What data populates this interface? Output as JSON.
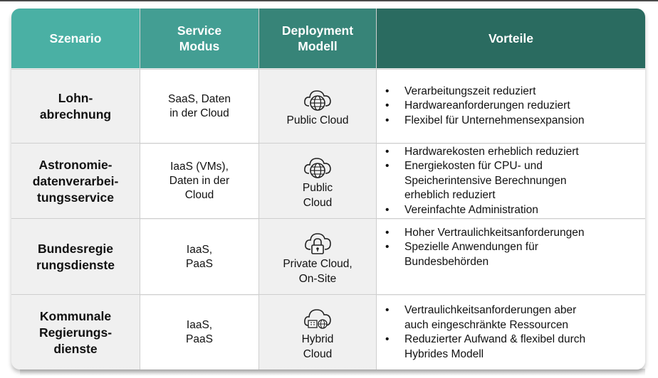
{
  "headers": {
    "szenario": "Szenario",
    "service": "Service\nModus",
    "deployment": "Deployment\nModell",
    "vorteile": "Vorteile"
  },
  "rows": [
    {
      "szenario": "Lohn-\nabrechnung",
      "service": "SaaS, Daten\nin der Cloud",
      "deployment": "Public Cloud",
      "deployment_icon": "public-cloud-globe-icon",
      "vorteile": [
        "Verarbeitungszeit reduziert",
        "Hardwareanforderungen reduziert",
        "Flexibel für Unternehmensexpansion"
      ]
    },
    {
      "szenario": "Astronomie-\ndatenverarbei-\ntungsservice",
      "service": "IaaS (VMs),\nDaten in der\nCloud",
      "deployment": "Public\nCloud",
      "deployment_icon": "public-cloud-globe-icon",
      "vorteile": [
        "Hardwarekosten erheblich reduziert",
        "Energiekosten für CPU- und\nSpeicherintensive Berechnungen\nerheblich reduziert",
        "Vereinfachte Administration"
      ]
    },
    {
      "szenario": "Bundesregie\nrungsdienste",
      "service": "IaaS,\nPaaS",
      "deployment": "Private Cloud,\nOn-Site",
      "deployment_icon": "private-cloud-lock-icon",
      "vorteile": [
        "Hoher Vertraulichkeitsanforderungen",
        "Spezielle Anwendungen für\nBundesbehörden"
      ]
    },
    {
      "szenario": "Kommunale\nRegierungs-\ndienste",
      "service": "IaaS,\nPaaS",
      "deployment": "Hybrid\nCloud",
      "deployment_icon": "hybrid-cloud-icon",
      "vorteile": [
        "Vertraulichkeitsanforderungen aber\nauch eingeschränkte Ressourcen",
        "Reduzierter Aufwand & flexibel durch\nHybrides Modell"
      ]
    }
  ]
}
